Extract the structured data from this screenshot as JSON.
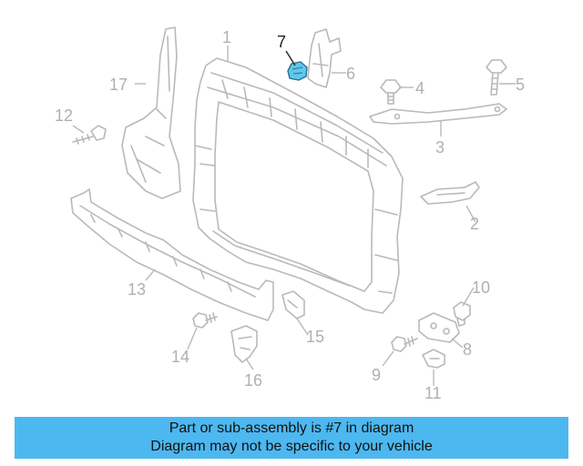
{
  "callouts": [
    {
      "id": "1",
      "label": "1"
    },
    {
      "id": "2",
      "label": "2"
    },
    {
      "id": "3",
      "label": "3"
    },
    {
      "id": "4",
      "label": "4"
    },
    {
      "id": "5",
      "label": "5"
    },
    {
      "id": "6",
      "label": "6"
    },
    {
      "id": "7",
      "label": "7"
    },
    {
      "id": "8",
      "label": "8"
    },
    {
      "id": "9",
      "label": "9"
    },
    {
      "id": "10",
      "label": "10"
    },
    {
      "id": "11",
      "label": "11"
    },
    {
      "id": "12",
      "label": "12"
    },
    {
      "id": "13",
      "label": "13"
    },
    {
      "id": "14",
      "label": "14"
    },
    {
      "id": "15",
      "label": "15"
    },
    {
      "id": "16",
      "label": "16"
    },
    {
      "id": "17",
      "label": "17"
    }
  ],
  "highlighted_part": "7",
  "colors": {
    "banner_background": "#4db8f0",
    "highlighted_part_fill": "#5fc8ee",
    "part_stroke": "#b9b9b9"
  },
  "banner": {
    "line1": "Part or sub-assembly is #7 in diagram",
    "line2": "Diagram may not be specific to your vehicle"
  }
}
